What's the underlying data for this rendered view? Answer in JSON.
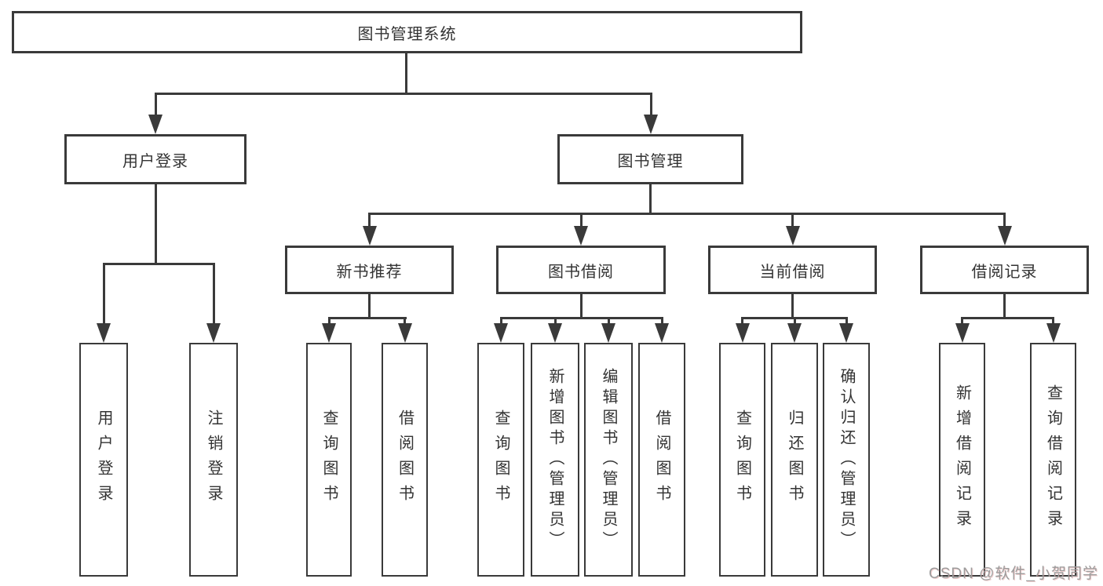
{
  "diagram": {
    "type": "hierarchy-chart",
    "colors": {
      "line": "#3a3a3a",
      "box_border": "#3a3a3a",
      "text": "#333333",
      "background": "#ffffff",
      "watermark": "#9c9c9c"
    },
    "tree": {
      "label": "图书管理系统",
      "children": [
        {
          "label": "用户登录",
          "children": [
            {
              "label": "用户登录"
            },
            {
              "label": "注销登录"
            }
          ]
        },
        {
          "label": "图书管理",
          "children": [
            {
              "label": "新书推荐",
              "children": [
                {
                  "label": "查询图书"
                },
                {
                  "label": "借阅图书"
                }
              ]
            },
            {
              "label": "图书借阅",
              "children": [
                {
                  "label": "查询图书"
                },
                {
                  "label": "新增图书（管理员）"
                },
                {
                  "label": "编辑图书（管理员）"
                },
                {
                  "label": "借阅图书"
                }
              ]
            },
            {
              "label": "当前借阅",
              "children": [
                {
                  "label": "查询图书"
                },
                {
                  "label": "归还图书"
                },
                {
                  "label": "确认归还（管理员）"
                }
              ]
            },
            {
              "label": "借阅记录",
              "children": [
                {
                  "label": "新增借阅记录"
                },
                {
                  "label": "查询借阅记录"
                }
              ]
            }
          ]
        }
      ]
    },
    "watermark": {
      "text": "CSDN @软件_小贺同学"
    }
  }
}
